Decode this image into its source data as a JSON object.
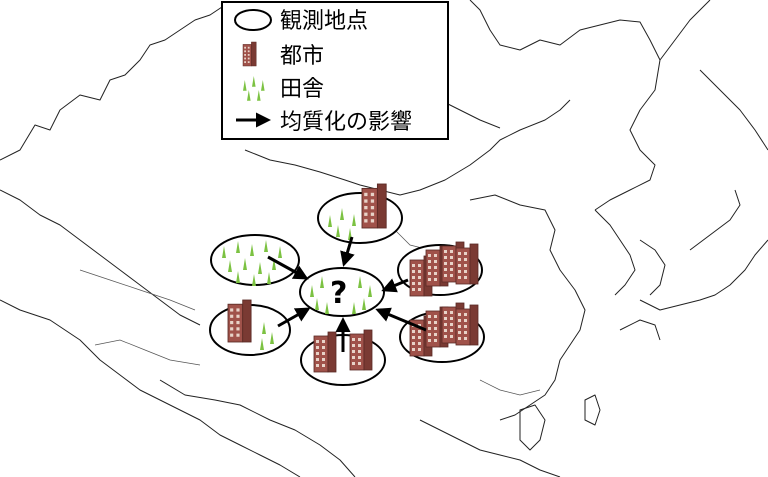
{
  "legend": {
    "items": [
      {
        "symbol": "ellipse-icon",
        "label": "観測地点"
      },
      {
        "symbol": "city-building-icon",
        "label": "都市"
      },
      {
        "symbol": "rural-grass-icon",
        "label": "田舎"
      },
      {
        "symbol": "arrow-icon",
        "label": "均質化の影響"
      }
    ]
  },
  "center_site": {
    "label": "?"
  },
  "colors": {
    "building": "#a0524a",
    "building_dark": "#6b2f2a",
    "grass": "#7cc242",
    "stroke": "#000000"
  },
  "sites": [
    {
      "id": "north",
      "content": "rural-and-city"
    },
    {
      "id": "northwest",
      "content": "rural"
    },
    {
      "id": "east-upper",
      "content": "city"
    },
    {
      "id": "west-lower",
      "content": "city-and-rural"
    },
    {
      "id": "south",
      "content": "city"
    },
    {
      "id": "east-lower",
      "content": "city"
    }
  ]
}
